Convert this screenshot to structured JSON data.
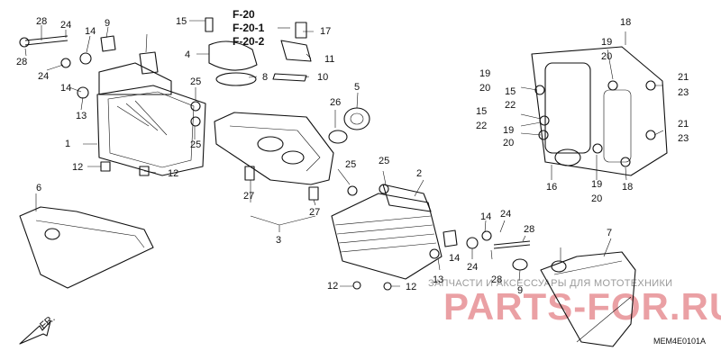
{
  "refs": [
    "F-20",
    "F-20-1",
    "F-20-2"
  ],
  "labels": [
    "28",
    "24",
    "9",
    "14",
    "28",
    "24",
    "14",
    "13",
    "1",
    "12",
    "12",
    "25",
    "25",
    "15",
    "4",
    "8",
    "17",
    "11",
    "10",
    "26",
    "5",
    "3",
    "27",
    "27",
    "25",
    "25",
    "2",
    "12",
    "12",
    "14",
    "24",
    "28",
    "13",
    "14",
    "24",
    "28",
    "9",
    "7",
    "6",
    "19",
    "20",
    "15",
    "22",
    "15",
    "22",
    "19",
    "20",
    "16",
    "19",
    "20",
    "18",
    "18",
    "19",
    "20",
    "21",
    "23",
    "21",
    "23"
  ],
  "watermark": {
    "top_text": "ЗАПЧАСТИ И АКСЕССУАРЫ ДЛЯ МОТОТЕХНИКИ",
    "brand": "PARTS-FOR.RU"
  },
  "diagram_code": "MEM4E0101A",
  "front_mark": "FR."
}
